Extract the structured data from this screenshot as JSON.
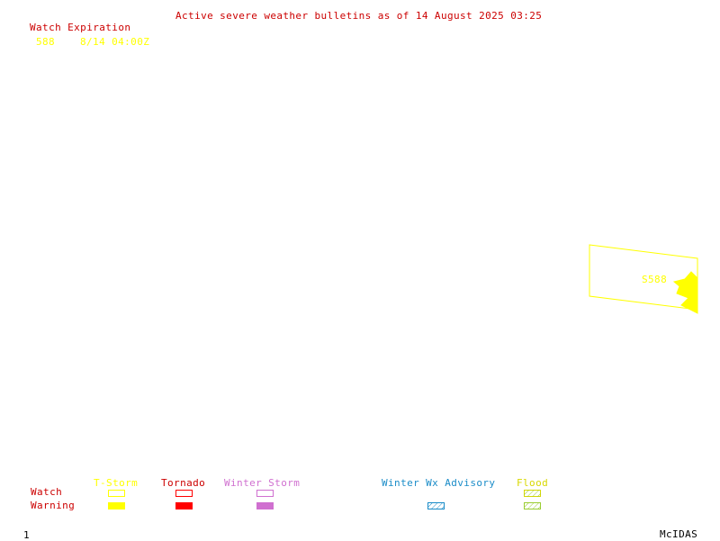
{
  "header": {
    "title": "Active severe weather bulletins as of 14 August 2025 03:25"
  },
  "watch_expiration": {
    "heading": "Watch Expiration",
    "entries": [
      {
        "number": "588",
        "expires": "8/14 04:00Z"
      }
    ]
  },
  "map": {
    "watch_label": "S588"
  },
  "legend": {
    "row_labels": {
      "watch": "Watch",
      "warning": "Warning"
    },
    "categories": [
      {
        "key": "tstorm",
        "label": "T-Storm",
        "color": "#ffff00"
      },
      {
        "key": "tornado",
        "label": "Tornado",
        "color": "#ff0000"
      },
      {
        "key": "winter_storm",
        "label": "Winter Storm",
        "color": "#d070d0"
      },
      {
        "key": "winter_wx_advisory",
        "label": "Winter Wx Advisory",
        "color": "#1a8cc8"
      },
      {
        "key": "flood",
        "label": "Flood",
        "color": "#9acd32"
      }
    ]
  },
  "footer": {
    "frame_number": "1",
    "brand": "McIDAS"
  }
}
